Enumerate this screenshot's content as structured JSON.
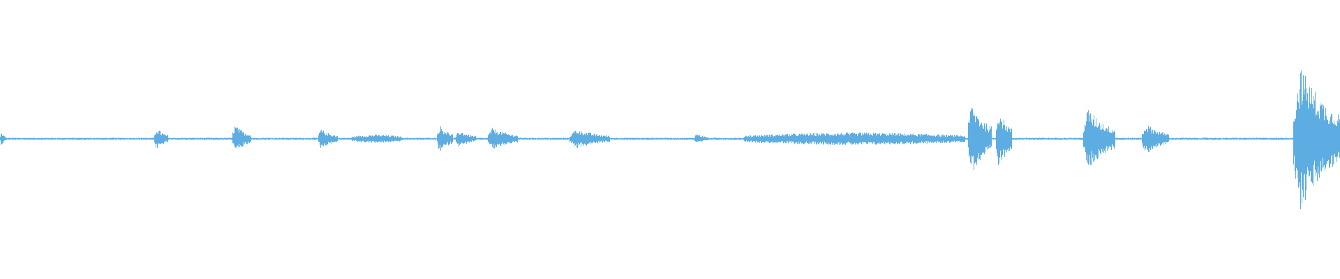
{
  "waveform": {
    "color": "#5DADE2",
    "background": "#FFFFFF",
    "baseline_amplitude": 0.008,
    "duration_fraction_segments": [
      {
        "start": 0.0,
        "end": 0.004,
        "peak": 0.05,
        "shape": "burst"
      },
      {
        "start": 0.115,
        "end": 0.125,
        "peak": 0.08,
        "shape": "burst"
      },
      {
        "start": 0.173,
        "end": 0.187,
        "peak": 0.1,
        "shape": "burst"
      },
      {
        "start": 0.237,
        "end": 0.252,
        "peak": 0.07,
        "shape": "burst"
      },
      {
        "start": 0.262,
        "end": 0.3,
        "peak": 0.03,
        "shape": "hum"
      },
      {
        "start": 0.326,
        "end": 0.338,
        "peak": 0.1,
        "shape": "burst"
      },
      {
        "start": 0.34,
        "end": 0.355,
        "peak": 0.06,
        "shape": "burst"
      },
      {
        "start": 0.364,
        "end": 0.386,
        "peak": 0.08,
        "shape": "burst"
      },
      {
        "start": 0.425,
        "end": 0.455,
        "peak": 0.07,
        "shape": "burst"
      },
      {
        "start": 0.518,
        "end": 0.528,
        "peak": 0.04,
        "shape": "burst"
      },
      {
        "start": 0.555,
        "end": 0.72,
        "peak": 0.045,
        "shape": "hum"
      },
      {
        "start": 0.722,
        "end": 0.74,
        "peak": 0.26,
        "shape": "burst"
      },
      {
        "start": 0.743,
        "end": 0.755,
        "peak": 0.22,
        "shape": "burst"
      },
      {
        "start": 0.808,
        "end": 0.832,
        "peak": 0.22,
        "shape": "burst"
      },
      {
        "start": 0.852,
        "end": 0.872,
        "peak": 0.11,
        "shape": "burst"
      },
      {
        "start": 0.965,
        "end": 1.0,
        "peak": 0.52,
        "shape": "burst"
      }
    ]
  }
}
